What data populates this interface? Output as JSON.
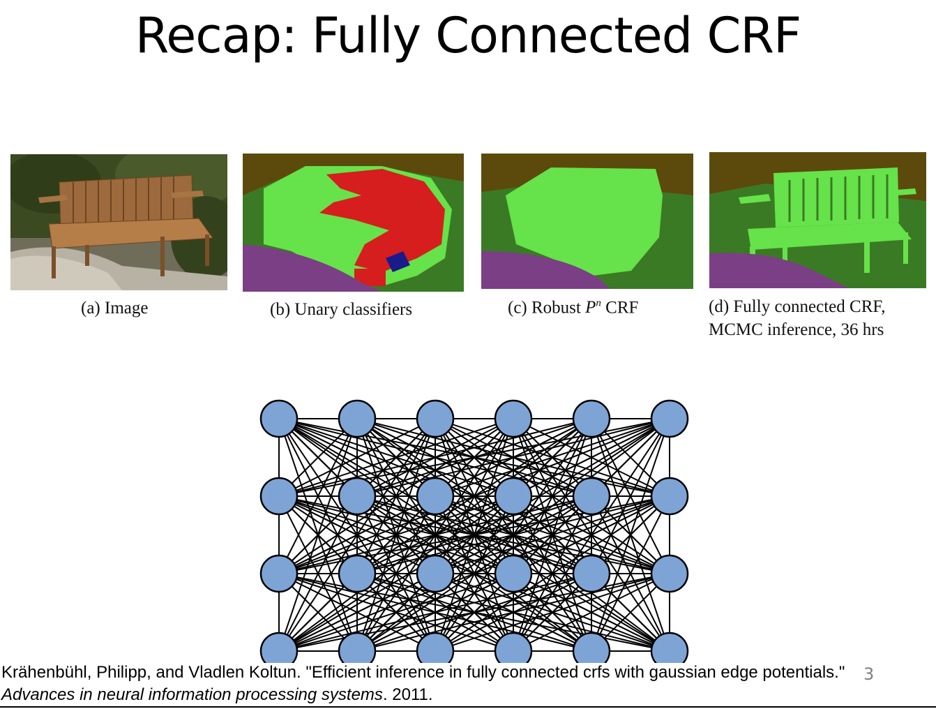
{
  "slide": {
    "title": "Recap: Fully Connected CRF",
    "page_number": "3"
  },
  "figure": {
    "captions": {
      "a": "(a)  Image",
      "b": "(b)  Unary classifiers",
      "c_prefix": "(c)  Robust ",
      "c_P": "P",
      "c_n": "n",
      "c_suffix": " CRF",
      "d_line1": "(d)  Fully connected CRF,",
      "d_line2": "MCMC inference, 36 hrs"
    },
    "label_colors": {
      "background": "#5c4a0c",
      "grass": "#3b7a24",
      "bench": "#66e24a",
      "path": "#7b3f86",
      "error": "#d61e1e"
    },
    "graph": {
      "node_color": "#7ea4d6",
      "rows": 4,
      "cols": 6
    }
  },
  "citation": {
    "authors": "Krähenbühl, Philipp, and Vladlen Koltun. \"Efficient inference in fully connected crfs with gaussian edge potentials.\" ",
    "venue": "Advances in neural information processing systems",
    "year": ". 2011."
  }
}
